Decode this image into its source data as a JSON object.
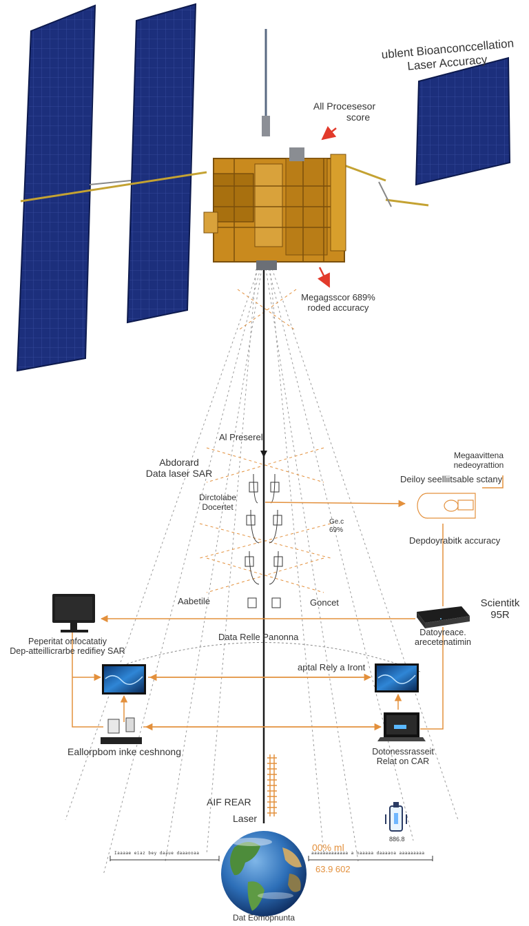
{
  "labels": {
    "top_right_line1": "ublent Bioanconccellation",
    "top_right_line2": "Laser Accuracy",
    "ai_processor_line1": "All Procesesor",
    "ai_processor_line2": "score",
    "mega_line1": "Megagsscor 689%",
    "mega_line2": "roded accuracy",
    "ai_preserel": "Al Preserel",
    "aboard_line1": "Abdorard",
    "aboard_line2": "Data laser SAR",
    "dirc_line1": "Dirctolabe",
    "dirc_line2": "Docertet",
    "small_mid_line1": "Ge.c",
    "small_mid_line2": "69%",
    "mega_right_line1": "Megaavittena",
    "mega_right_line2": "nedeoyrattion",
    "deploy_satellite": "Deiloy seelliitsable sctany",
    "deploy_accuracy": "Depdoyrabitk accuracy",
    "abetile": "Aabetile",
    "goncet": "Goncet",
    "scientific_line1": "Scientitk",
    "scientific_line2": "95R",
    "data_relle": "Data Relle Panonna",
    "perpetual_line1": "Peperitat onfocatatiy",
    "perpetual_line2": "Dep-atteillicrarbe redifiey SAR",
    "datoy_line1": "Datoyreace.",
    "datoy_line2": "arecetenatimin",
    "aptal_relay": "aptal Rely a Iront",
    "eallorpbom": "Eallorpbom inke ceshnong",
    "dotone_line1": "Dotonessrasseit",
    "dotone_line2": "Relat on CAR",
    "aif_rear": "AIF REAR",
    "laser": "Laser",
    "percent_ml": "00% ml",
    "number_bottom": "63.9 602",
    "box_label": "886.8",
    "earth_caption": "Dat Eomopnunta",
    "left_scale_text": "Iaaaae eiaz bey daaue daaaooaa",
    "right_scale_text": "aaaaaaaaaaaaa a naaaaa daaaaoa aaaaaaaaa"
  },
  "colors": {
    "accent_orange": "#e3903c",
    "arrow_red": "#e23a2b",
    "panel_blue": "#1c2f7c",
    "gold_structure": "#c98a1e",
    "beam_line": "#1a1a1a",
    "dashed_gray": "#9a9a9a"
  },
  "icons": {
    "monitor_left": "monitor-icon",
    "screen_left": "wave-screen-icon",
    "keyboard_left": "keyboard-icon",
    "device_right": "router-device-icon",
    "screen_right": "wave-screen-icon",
    "laptop_right": "laptop-icon",
    "sensor_right": "sensor-module-icon",
    "bottle": "container-icon",
    "earth": "earth-globe-icon",
    "satellite": "satellite-icon"
  }
}
